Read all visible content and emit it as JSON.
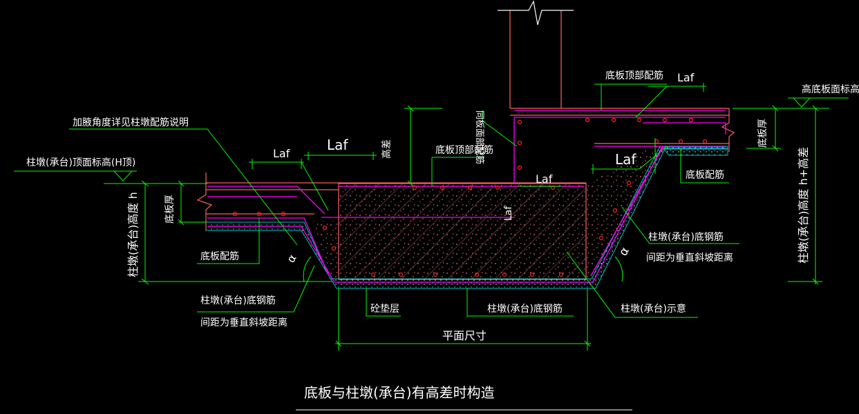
{
  "title": "底板与柱墩(承台)有高差时构造",
  "labels": {
    "haunch_note": "加腋角度详见柱墩配筋说明",
    "pier_top_elev": "柱墩(承台)顶面标高(H顶)",
    "laf_small_left": "Laf",
    "laf_big_left": "Laf",
    "height_diff_v": "高差",
    "slab_top_rebar_mid": "底板顶部配筋",
    "same_slab_rebar_v": "同板面部配筋",
    "slab_top_rebar_right": "底板顶部配筋",
    "laf_top_right": "Laf",
    "laf_right": "Laf",
    "laf_center_h": "Laf",
    "laf_center_v": "Laf",
    "high_slab_elev": "高底板面标高",
    "slab_thick_right_v": "底板厚",
    "slab_rebar_right": "底板配筋",
    "pier_height_v": "柱墩(承台)高度 h",
    "slab_thick_left_v": "底板厚",
    "slab_rebar_left": "底板配筋",
    "pier_height_right_v": "柱墩(承台)高度 h+高差",
    "pier_bottom_rebar_right": "柱墩(承台)底钢筋",
    "spacing_note_right": "间距为垂直斜坡距离",
    "angle_right": "α",
    "angle_left": "α",
    "pier_bottom_rebar_left": "柱墩(承台)底钢筋",
    "spacing_note_left": "间距为垂直斜坡距离",
    "cushion": "砼垫层",
    "pier_bottom_rebar_center": "柱墩(承台)底钢筋",
    "pier_schematic": "柱墩(承台)示意",
    "plan_size": "平面尺寸"
  },
  "colors": {
    "background": "#000000",
    "text": "#ffffff",
    "dimension": "#00ff00",
    "rebar": "#ff00ff",
    "outline": "#ff6060",
    "hatch": "#d07060",
    "cushion": "#00c0c0",
    "bar_dot": "#ff2020"
  }
}
